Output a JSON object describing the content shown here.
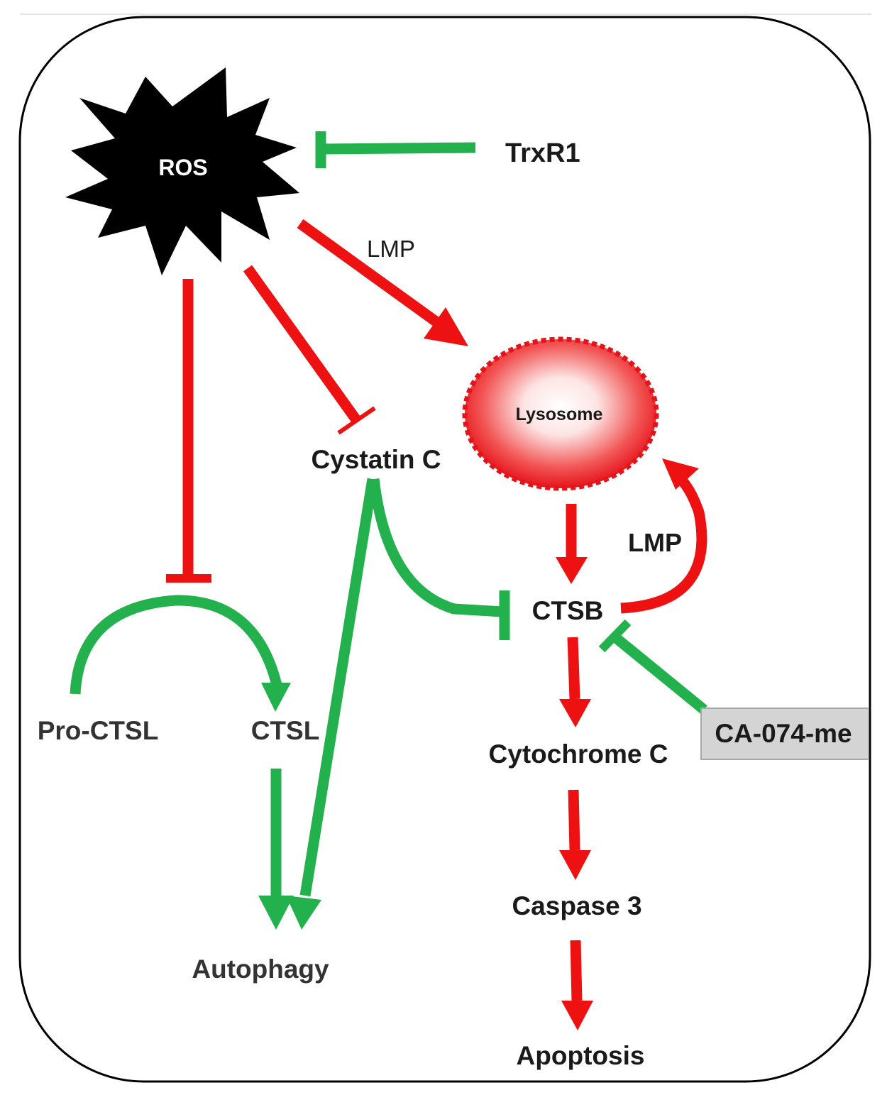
{
  "colors": {
    "activation": "#ee1111",
    "inhibition": "#22b14c",
    "ros_fill": "#000000",
    "lysosome_edge": "#e5141b",
    "box_fill": "#d4d4d4"
  },
  "nodes": {
    "ros": "ROS",
    "trxr1": "TrxR1",
    "lmp_top": "LMP",
    "lysosome": "Lysosome",
    "cystatin_c": "Cystatin C",
    "lmp_side": "LMP",
    "ctsb": "CTSB",
    "pro_ctsl": "Pro-CTSL",
    "ctsl": "CTSL",
    "ca074": "CA-074-me",
    "cytochrome_c": "Cytochrome C",
    "caspase3": "Caspase 3",
    "autophagy": "Autophagy",
    "apoptosis": "Apoptosis"
  },
  "edges": [
    {
      "from": "TrxR1",
      "to": "ROS",
      "type": "inhibition"
    },
    {
      "from": "ROS",
      "to": "Lysosome",
      "type": "activation",
      "label": "LMP"
    },
    {
      "from": "ROS",
      "to": "Cystatin C",
      "type": "inhibition"
    },
    {
      "from": "ROS",
      "to": "Pro-CTSL → CTSL",
      "type": "inhibition"
    },
    {
      "from": "Pro-CTSL",
      "to": "CTSL",
      "type": "activation"
    },
    {
      "from": "CTSL",
      "to": "Autophagy",
      "type": "activation"
    },
    {
      "from": "Cystatin C",
      "to": "Autophagy",
      "type": "activation"
    },
    {
      "from": "Cystatin C",
      "to": "CTSB",
      "type": "inhibition"
    },
    {
      "from": "Lysosome",
      "to": "CTSB",
      "type": "activation"
    },
    {
      "from": "CTSB",
      "to": "Lysosome",
      "type": "activation",
      "label": "LMP"
    },
    {
      "from": "CA-074-me",
      "to": "CTSB",
      "type": "inhibition"
    },
    {
      "from": "CTSB",
      "to": "Cytochrome C",
      "type": "activation"
    },
    {
      "from": "Cytochrome C",
      "to": "Caspase 3",
      "type": "activation"
    },
    {
      "from": "Caspase 3",
      "to": "Apoptosis",
      "type": "activation"
    }
  ]
}
